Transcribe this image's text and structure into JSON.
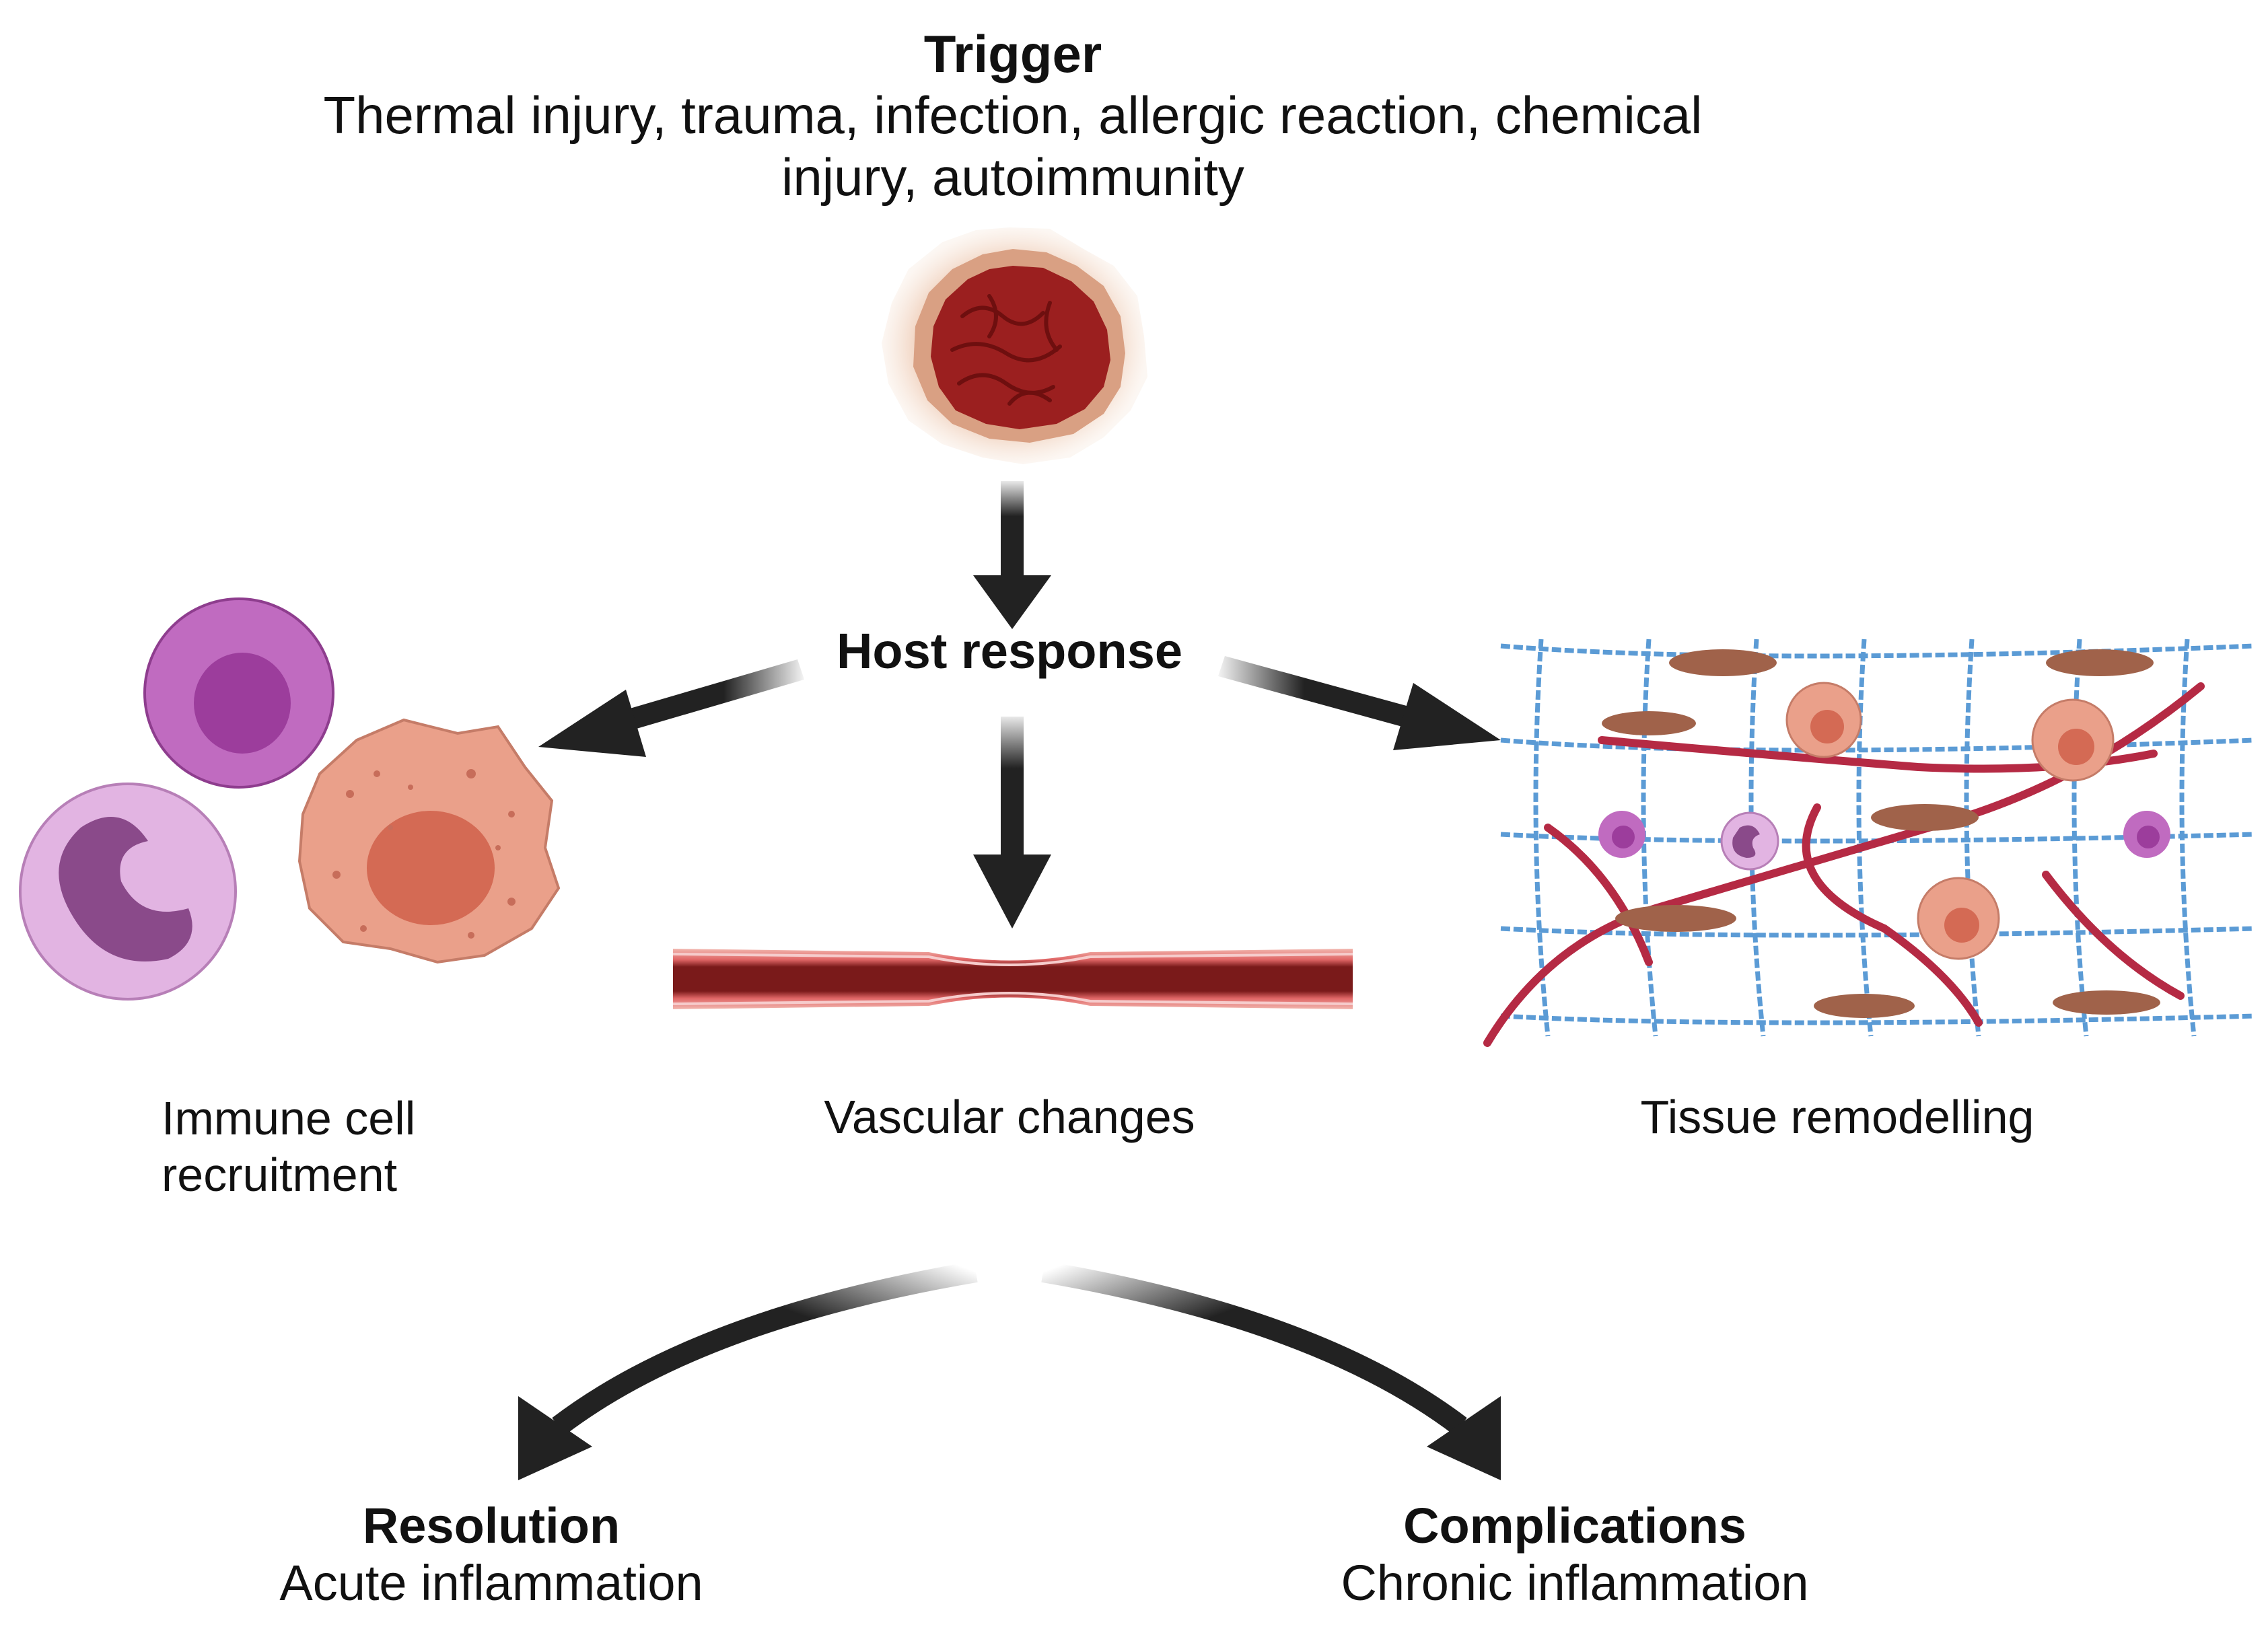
{
  "trigger": {
    "title": "Trigger",
    "causes": "Thermal injury, trauma, infection, allergic reaction, chemical injury, autoimmunity"
  },
  "host_response": {
    "label": "Host response"
  },
  "branches": {
    "immune": {
      "label": "Immune cell recruitment"
    },
    "vascular": {
      "label": "Vascular changes"
    },
    "tissue": {
      "label": "Tissue remodelling"
    }
  },
  "outcomes": {
    "resolution": {
      "title": "Resolution",
      "subtitle": "Acute inflammation"
    },
    "complications": {
      "title": "Complications",
      "subtitle": "Chronic inflammation"
    }
  },
  "colors": {
    "arrow": "#222222",
    "wound_outer": "#e9c7a8",
    "wound_inner": "#9b1f1f",
    "vessel": "#7a1a1a",
    "vessel_edge": "#e06666",
    "lymphocyte": "#c06bc0",
    "neutrophil": "#e2b4e2",
    "macrophage": "#eaa08a",
    "mesh": "#5b9bd5",
    "fibroblast": "#a0624a"
  }
}
